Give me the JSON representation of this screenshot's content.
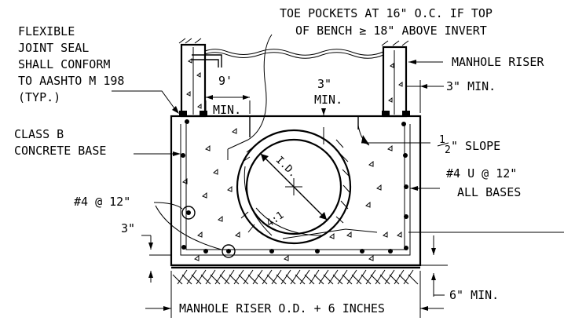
{
  "labels": {
    "flexible_joint_seal": [
      "FLEXIBLE",
      "JOINT SEAL",
      "SHALL CONFORM",
      "TO AASHTO M 198",
      "(TYP.)"
    ],
    "toe_pockets": [
      "TOE POCKETS AT 16\" O.C. IF TOP",
      "OF BENCH ≥ 18\" ABOVE INVERT"
    ],
    "manhole_riser": "MANHOLE RISER",
    "dim_9": "9'",
    "dim_min_a": "MIN.",
    "dim_3_top": "3\"",
    "dim_min_b": "MIN.",
    "dim_3_min_right": "3\" MIN.",
    "class_b_concrete": [
      "CLASS B",
      "CONCRETE BASE"
    ],
    "half_slope_num": "1",
    "half_slope_den": "2",
    "half_slope_unit": "\" SLOPE",
    "id_label": "I.D.",
    "ratio_label": "4:1",
    "u_bars": [
      "#4 U @ 12\"",
      "ALL BASES"
    ],
    "bar_spacing": "#4 @ 12\"",
    "dim_3_left": "3\"",
    "dim_6_min": "6\" MIN.",
    "base_width": "MANHOLE RISER O.D. + 6 INCHES"
  }
}
